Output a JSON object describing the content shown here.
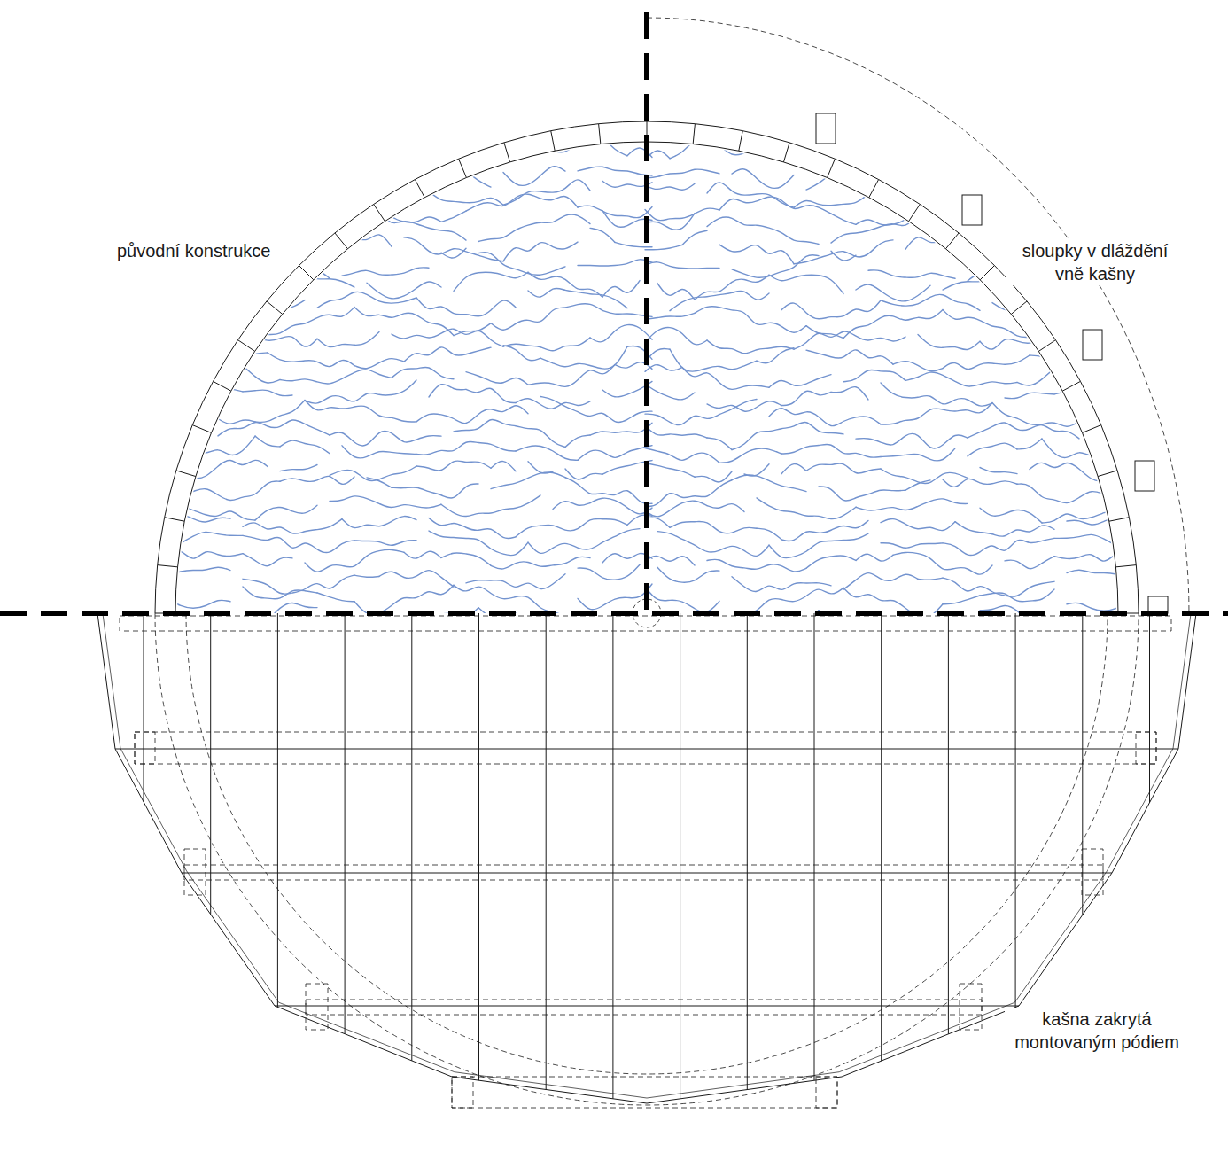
{
  "diagram": {
    "labels": [
      "původní konstrukce",
      "sloupky v dláždění vně kašny",
      "kašna zakrytá montovaným pódiem"
    ]
  }
}
